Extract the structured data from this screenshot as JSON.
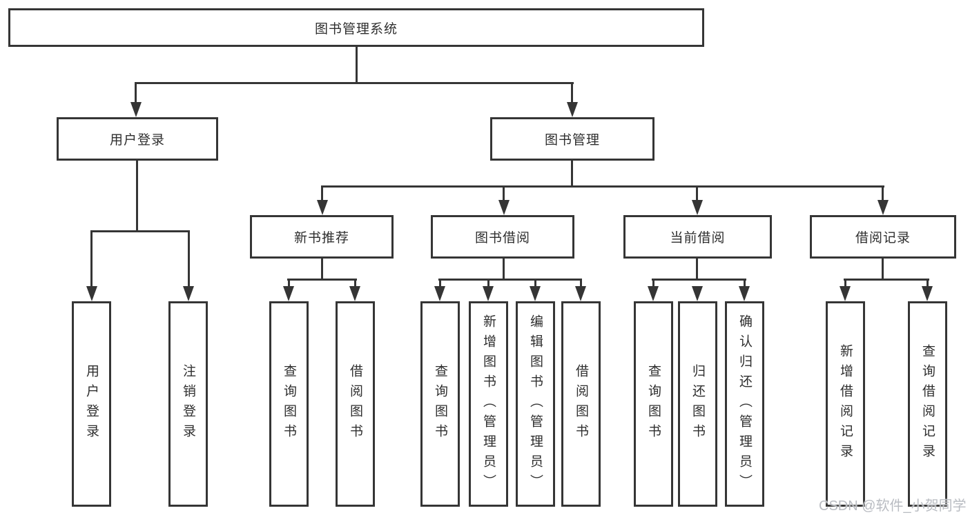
{
  "diagram": {
    "title": "图书管理系统",
    "root": {
      "label": "图书管理系统"
    },
    "level2": {
      "user_login": {
        "label": "用户登录"
      },
      "book_management": {
        "label": "图书管理"
      }
    },
    "level3": {
      "new_book_recommendation": {
        "label": "新书推荐"
      },
      "book_borrowing": {
        "label": "图书借阅"
      },
      "current_borrowing": {
        "label": "当前借阅"
      },
      "borrowing_records": {
        "label": "借阅记录"
      }
    },
    "leaves": {
      "user_login": [
        "用户登录",
        "注销登录"
      ],
      "new_book_recommendation": [
        "查询图书",
        "借阅图书"
      ],
      "book_borrowing": [
        "查询图书",
        "新增图书（管理员）",
        "编辑图书（管理员）",
        "借阅图书"
      ],
      "current_borrowing": [
        "查询图书",
        "归还图书",
        "确认归还（管理员）"
      ],
      "borrowing_records": [
        "新增借阅记录",
        "查询借阅记录"
      ]
    }
  },
  "watermark": {
    "text": "CSDN @软件_小贺同学"
  },
  "colors": {
    "line": "#353535",
    "text": "#2e2e2e",
    "background": "#ffffff",
    "watermark": "#b9bcc2"
  }
}
